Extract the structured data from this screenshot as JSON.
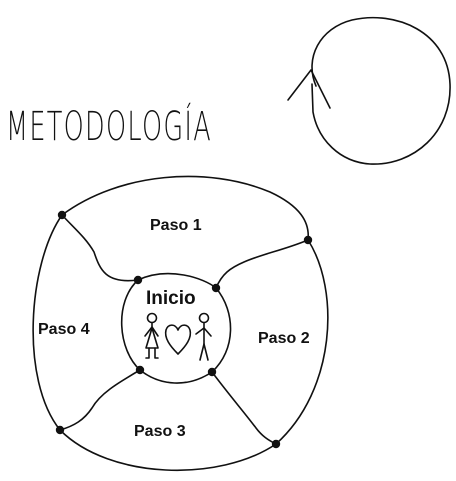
{
  "title": "METODOLOGÍA",
  "cycle_icon": "cycle-arrow-icon",
  "center": {
    "label": "Inicio",
    "icon": "couple-heart-icon"
  },
  "steps": [
    {
      "label": "Paso 1"
    },
    {
      "label": "Paso 2"
    },
    {
      "label": "Paso 3"
    },
    {
      "label": "Paso 4"
    }
  ],
  "colors": {
    "ink": "#111111",
    "background": "#ffffff"
  }
}
